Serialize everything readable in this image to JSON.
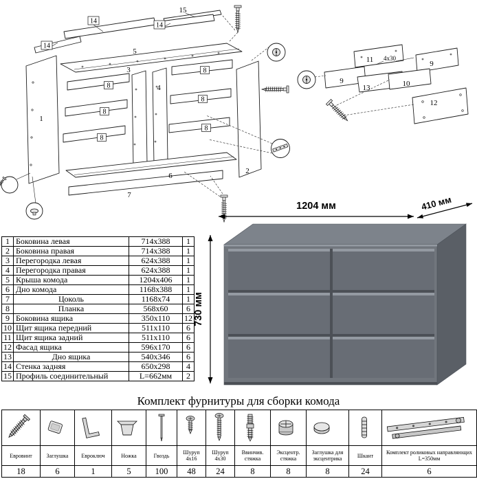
{
  "dimensions": {
    "width": "1204 мм",
    "depth": "410 мм",
    "height": "730 мм"
  },
  "colors": {
    "dresser_front": "#71767d",
    "dresser_top": "#7d838b",
    "dresser_side": "#5a5f66",
    "drawer_front": "#686d75",
    "drawer_highlight": "#949aa2",
    "dresser_base_shadow": "#4c5056"
  },
  "parts_table": {
    "rows": [
      {
        "num": "1",
        "name": "Боковина левая",
        "size": "714x388",
        "qty": "1"
      },
      {
        "num": "2",
        "name": "Боковина правая",
        "size": "714x388",
        "qty": "1"
      },
      {
        "num": "3",
        "name": "Перегородка левая",
        "size": "624x388",
        "qty": "1"
      },
      {
        "num": "4",
        "name": "Перегородка правая",
        "size": "624x388",
        "qty": "1"
      },
      {
        "num": "5",
        "name": "Крыша комода",
        "size": "1204x406",
        "qty": "1"
      },
      {
        "num": "6",
        "name": "Дно комода",
        "size": "1168x388",
        "qty": "1"
      },
      {
        "num": "7",
        "name": "Цоколь",
        "size": "1168x74",
        "qty": "1"
      },
      {
        "num": "8",
        "name": "Планка",
        "size": "568x60",
        "qty": "6"
      },
      {
        "num": "9",
        "name": "Боковина ящика",
        "size": "350x110",
        "qty": "12"
      },
      {
        "num": "10",
        "name": "Щит ящика передний",
        "size": "511x110",
        "qty": "6"
      },
      {
        "num": "11",
        "name": "Щит ящика задний",
        "size": "511x110",
        "qty": "6"
      },
      {
        "num": "12",
        "name": "Фасад ящика",
        "size": "596x170",
        "qty": "6"
      },
      {
        "num": "13",
        "name": "Дно ящика",
        "size": "540x346",
        "qty": "6"
      },
      {
        "num": "14",
        "name": "Стенка задняя",
        "size": "650x298",
        "qty": "4"
      },
      {
        "num": "15",
        "name": "Профиль соединительный",
        "size": "L=662мм",
        "qty": "2"
      }
    ]
  },
  "hardware": {
    "title": "Комплект фурнитуры для сборки комода",
    "items": [
      {
        "name": "Евровинт",
        "qty": "18",
        "icon": "confirmat-screw-icon"
      },
      {
        "name": "Заглушка",
        "qty": "6",
        "icon": "cover-cap-icon"
      },
      {
        "name": "Евроключ",
        "qty": "1",
        "icon": "hex-key-icon"
      },
      {
        "name": "Ножка",
        "qty": "5",
        "icon": "furniture-leg-icon"
      },
      {
        "name": "Гвоздь",
        "qty": "100",
        "icon": "nail-icon"
      },
      {
        "name": "Шуруп 4x16",
        "qty": "48",
        "icon": "screw-4x16-icon"
      },
      {
        "name": "Шуруп 4x30",
        "qty": "24",
        "icon": "screw-4x30-icon"
      },
      {
        "name": "Ввинчив. стяжка",
        "qty": "8",
        "icon": "threaded-bolt-icon"
      },
      {
        "name": "Эксцентр. стяжка",
        "qty": "8",
        "icon": "cam-lock-icon"
      },
      {
        "name": "Заглушка для эксцентрика",
        "qty": "8",
        "icon": "cam-cap-icon"
      },
      {
        "name": "Шкант",
        "qty": "24",
        "icon": "wood-dowel-icon"
      },
      {
        "name": "Комплект роликовых направляющих L=350мм",
        "qty": "6",
        "icon": "drawer-slides-icon"
      }
    ]
  },
  "exploded": {
    "labels": {
      "l15": "15",
      "l14a": "14",
      "l14b": "14",
      "l14c": "14",
      "l5": "5",
      "l3": "3",
      "l4": "4",
      "l1": "1",
      "l8a": "8",
      "l8b": "8",
      "l8c": "8",
      "l8d": "8",
      "l8e": "8",
      "l8f": "8",
      "l6": "6",
      "l7": "7",
      "l2": "2"
    }
  },
  "drawer_diagram": {
    "labels": {
      "l9a": "9",
      "l9b": "9",
      "l10": "10",
      "l11": "11",
      "l12": "12",
      "l13": "13",
      "screw_size": "4x30"
    }
  }
}
